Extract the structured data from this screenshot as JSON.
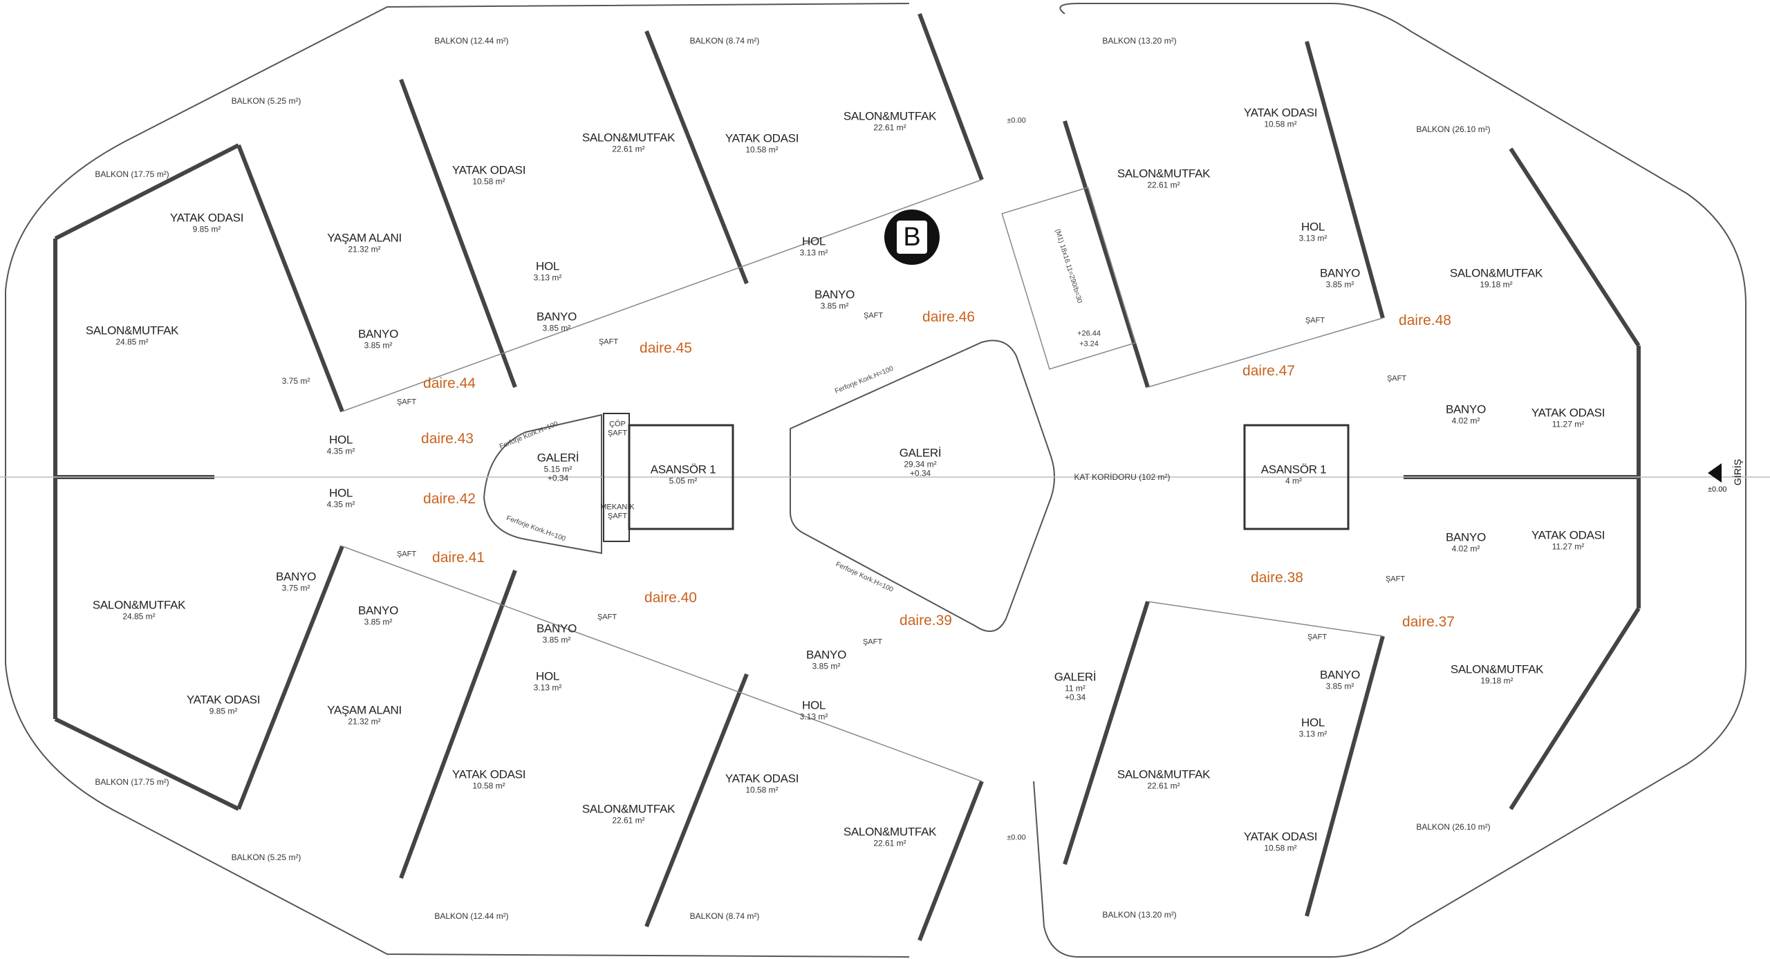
{
  "plan_badge": "B",
  "entry": {
    "label": "GİRİŞ",
    "level": "±0.00"
  },
  "stair": {
    "formula": "(M1) 18x16.11=290/b=30",
    "level_top": "+26.44",
    "level_bottom": "+3.24"
  },
  "rooms": [
    {
      "type": "balkon",
      "label": "BALKON (12.44 m²)"
    },
    {
      "type": "balkon",
      "label": "BALKON (8.74 m²)"
    },
    {
      "type": "balkon",
      "label": "BALKON (5.25 m²)"
    },
    {
      "type": "balkon",
      "label": "BALKON (17.75 m²)"
    },
    {
      "type": "room",
      "label": "YATAK ODASI",
      "area": "9.85 m²"
    },
    {
      "type": "room",
      "label": "YAŞAM ALANI",
      "area": "21.32 m²"
    },
    {
      "type": "room",
      "label": "YATAK ODASI",
      "area": "10.58 m²"
    },
    {
      "type": "room",
      "label": "SALON&MUTFAK",
      "area": "22.61 m²"
    },
    {
      "type": "room",
      "label": "YATAK ODASI",
      "area": "10.58 m²"
    },
    {
      "type": "room",
      "label": "SALON&MUTFAK",
      "area": "22.61 m²"
    },
    {
      "type": "room",
      "label": "HOL",
      "area": "3.13 m²"
    },
    {
      "type": "room",
      "label": "HOL",
      "area": "3.13 m²"
    },
    {
      "type": "room",
      "label": "BANYO",
      "area": "3.85 m²"
    },
    {
      "type": "room",
      "label": "BANYO",
      "area": "3.85 m²"
    },
    {
      "type": "room",
      "label": "SALON&MUTFAK",
      "area": "24.85 m²"
    },
    {
      "type": "room",
      "label": "BANYO",
      "area": "3.85 m²"
    },
    {
      "type": "room",
      "label": "",
      "area": "3.75 m²"
    },
    {
      "type": "room",
      "label": "HOL",
      "area": "4.35 m²"
    },
    {
      "type": "room",
      "label": "HOL",
      "area": "4.35 m²"
    },
    {
      "type": "daire",
      "label": "daire.44"
    },
    {
      "type": "daire",
      "label": "daire.43"
    },
    {
      "type": "daire",
      "label": "daire.42"
    },
    {
      "type": "daire",
      "label": "daire.41"
    },
    {
      "type": "daire",
      "label": "daire.45"
    },
    {
      "type": "daire",
      "label": "daire.46"
    },
    {
      "type": "daire",
      "label": "daire.47"
    },
    {
      "type": "daire",
      "label": "daire.48"
    },
    {
      "type": "daire",
      "label": "daire.38"
    },
    {
      "type": "daire",
      "label": "daire.37"
    },
    {
      "type": "daire",
      "label": "daire.40"
    },
    {
      "type": "daire",
      "label": "daire.39"
    },
    {
      "type": "room",
      "label": "GALERİ",
      "area": "5.15 m²",
      "extra": "+0.34"
    },
    {
      "type": "small",
      "label": "ÇÖP",
      "area": "ŞAFT"
    },
    {
      "type": "small",
      "label": "MEKANİK",
      "area": "ŞAFT"
    },
    {
      "type": "room",
      "label": "ASANSÖR 1",
      "area": "5.05 m²"
    },
    {
      "type": "room",
      "label": "GALERİ",
      "area": "29.34 m²",
      "extra": "+0.34"
    },
    {
      "type": "balkon",
      "label": "KAT KORİDORU (102 m²)"
    },
    {
      "type": "room",
      "label": "ASANSÖR 1",
      "area": "4 m²"
    },
    {
      "type": "balkon",
      "label": "BALKON (13.20 m²)"
    },
    {
      "type": "room",
      "label": "YATAK ODASI",
      "area": "10.58 m²"
    },
    {
      "type": "balkon",
      "label": "BALKON (26.10 m²)"
    },
    {
      "type": "room",
      "label": "SALON&MUTFAK",
      "area": "22.61 m²"
    },
    {
      "type": "room",
      "label": "HOL",
      "area": "3.13 m²"
    },
    {
      "type": "room",
      "label": "BANYO",
      "area": "3.85 m²"
    },
    {
      "type": "room",
      "label": "SALON&MUTFAK",
      "area": "19.18 m²"
    },
    {
      "type": "room",
      "label": "BANYO",
      "area": "4.02 m²"
    },
    {
      "type": "room",
      "label": "YATAK ODASI",
      "area": "11.27 m²"
    },
    {
      "type": "room",
      "label": "BANYO",
      "area": "4.02 m²"
    },
    {
      "type": "room",
      "label": "YATAK ODASI",
      "area": "11.27 m²"
    },
    {
      "type": "room",
      "label": "SALON&MUTFAK",
      "area": "19.18 m²"
    },
    {
      "type": "room",
      "label": "BANYO",
      "area": "3.85 m²"
    },
    {
      "type": "room",
      "label": "HOL",
      "area": "3.13 m²"
    },
    {
      "type": "room",
      "label": "SALON&MUTFAK",
      "area": "22.61 m²"
    },
    {
      "type": "room",
      "label": "YATAK ODASI",
      "area": "10.58 m²"
    },
    {
      "type": "balkon",
      "label": "BALKON (26.10 m²)"
    },
    {
      "type": "balkon",
      "label": "BALKON (13.20 m²)"
    },
    {
      "type": "room",
      "label": "GALERİ",
      "area": "11 m²",
      "extra": "+0.34"
    },
    {
      "type": "room",
      "label": "SALON&MUTFAK",
      "area": "24.85 m²"
    },
    {
      "type": "room",
      "label": "BANYO",
      "area": "3.75 m²"
    },
    {
      "type": "room",
      "label": "BANYO",
      "area": "3.85 m²"
    },
    {
      "type": "room",
      "label": "YATAK ODASI",
      "area": "9.85 m²"
    },
    {
      "type": "room",
      "label": "YAŞAM ALANI",
      "area": "21.32 m²"
    },
    {
      "type": "room",
      "label": "BANYO",
      "area": "3.85 m²"
    },
    {
      "type": "room",
      "label": "HOL",
      "area": "3.13 m²"
    },
    {
      "type": "room",
      "label": "YATAK ODASI",
      "area": "10.58 m²"
    },
    {
      "type": "room",
      "label": "SALON&MUTFAK",
      "area": "22.61 m²"
    },
    {
      "type": "room",
      "label": "BANYO",
      "area": "3.85 m²"
    },
    {
      "type": "room",
      "label": "HOL",
      "area": "3.13 m²"
    },
    {
      "type": "room",
      "label": "YATAK ODASI",
      "area": "10.58 m²"
    },
    {
      "type": "room",
      "label": "SALON&MUTFAK",
      "area": "22.61 m²"
    },
    {
      "type": "balkon",
      "label": "BALKON (17.75 m²)"
    },
    {
      "type": "balkon",
      "label": "BALKON (5.25 m²)"
    },
    {
      "type": "balkon",
      "label": "BALKON (12.44 m²)"
    },
    {
      "type": "balkon",
      "label": "BALKON (8.74 m²)"
    },
    {
      "type": "small",
      "label": "±0.00"
    },
    {
      "type": "small",
      "label": "±0.00"
    },
    {
      "type": "small",
      "label": "ŞAFT"
    },
    {
      "type": "small",
      "label": "ŞAFT"
    },
    {
      "type": "small",
      "label": "ŞAFT"
    },
    {
      "type": "small",
      "label": "ŞAFT"
    },
    {
      "type": "small",
      "label": "ŞAFT"
    },
    {
      "type": "small",
      "label": "ŞAFT"
    },
    {
      "type": "small",
      "label": "ŞAFT"
    },
    {
      "type": "small",
      "label": "ŞAFT"
    },
    {
      "type": "small",
      "label": "ŞAFT"
    },
    {
      "type": "small",
      "label": "ŞAFT"
    }
  ],
  "railing_labels": [
    "Ferforje Kork.H=100",
    "Ferforje Kork.H=100",
    "Ferforje Kork.H=100",
    "Ferforje Kork.H=100"
  ]
}
